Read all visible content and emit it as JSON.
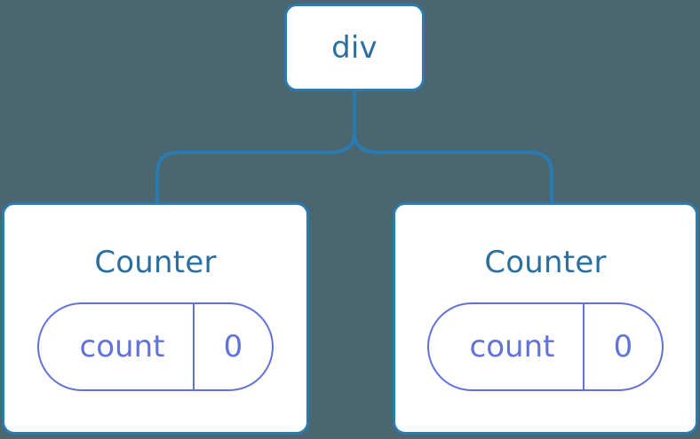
{
  "diagram": {
    "type": "component-tree",
    "background_color": "#4a6670",
    "node_border_color": "#2b7ab0",
    "node_text_color": "#2b6f9e",
    "state_pill_color": "#6272d9",
    "connector_color": "#2b7ab0",
    "root": {
      "label": "div"
    },
    "children": [
      {
        "title": "Counter",
        "state": {
          "key": "count",
          "value": "0"
        }
      },
      {
        "title": "Counter",
        "state": {
          "key": "count",
          "value": "0"
        }
      }
    ]
  }
}
